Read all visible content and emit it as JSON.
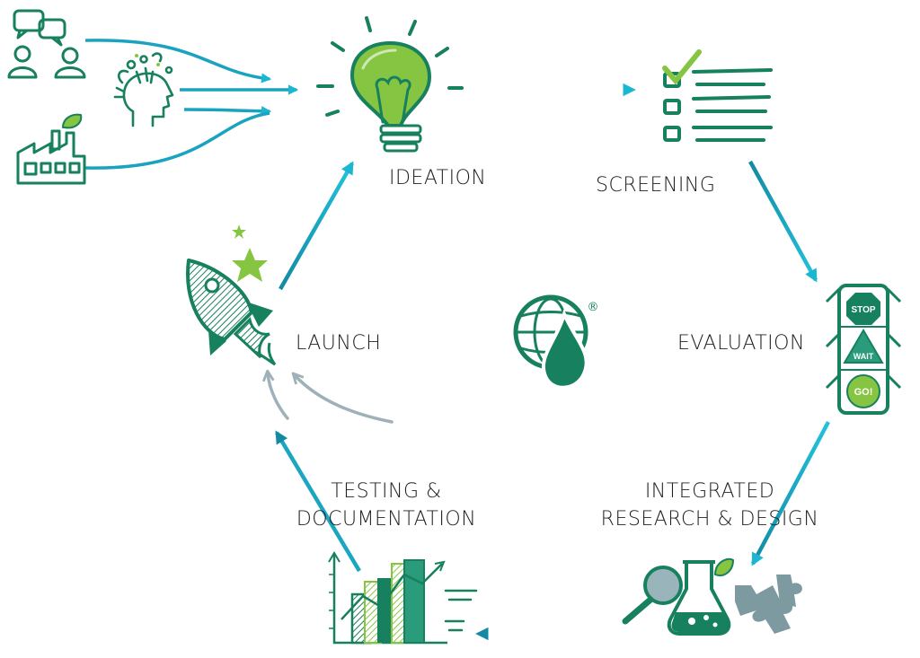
{
  "stages": {
    "ideation": "IDEATION",
    "screening": "SCREENING",
    "evaluation": "EVALUATION",
    "integrated_line1": "INTEGRATED",
    "integrated_line2": "RESEARCH & DESIGN",
    "testing_line1": "TESTING &",
    "testing_line2": "DOCUMENTATION",
    "launch": "LAUNCH"
  },
  "traffic_light": {
    "stop": "STOP",
    "wait": "WAIT",
    "go": "GO!"
  },
  "logo": {
    "registered_mark": "®"
  },
  "icons": {
    "ideation": "lightbulb-icon",
    "screening": "checklist-icon",
    "evaluation": "traffic-light-icon",
    "integrated": "lab-research-icon",
    "testing": "bar-chart-icon",
    "launch": "rocket-icon",
    "input_people": "people-talking-icon",
    "input_mind": "mind-icon",
    "input_factory": "factory-icon",
    "center": "globe-drop-logo-icon"
  },
  "colors": {
    "dark_green": "#17805e",
    "light_green": "#86c541",
    "arrow_cyan": "#1ab6d2",
    "arrow_teal": "#138aa3",
    "feedback_gray": "#9fb1b8",
    "text": "#1f1f1f"
  }
}
